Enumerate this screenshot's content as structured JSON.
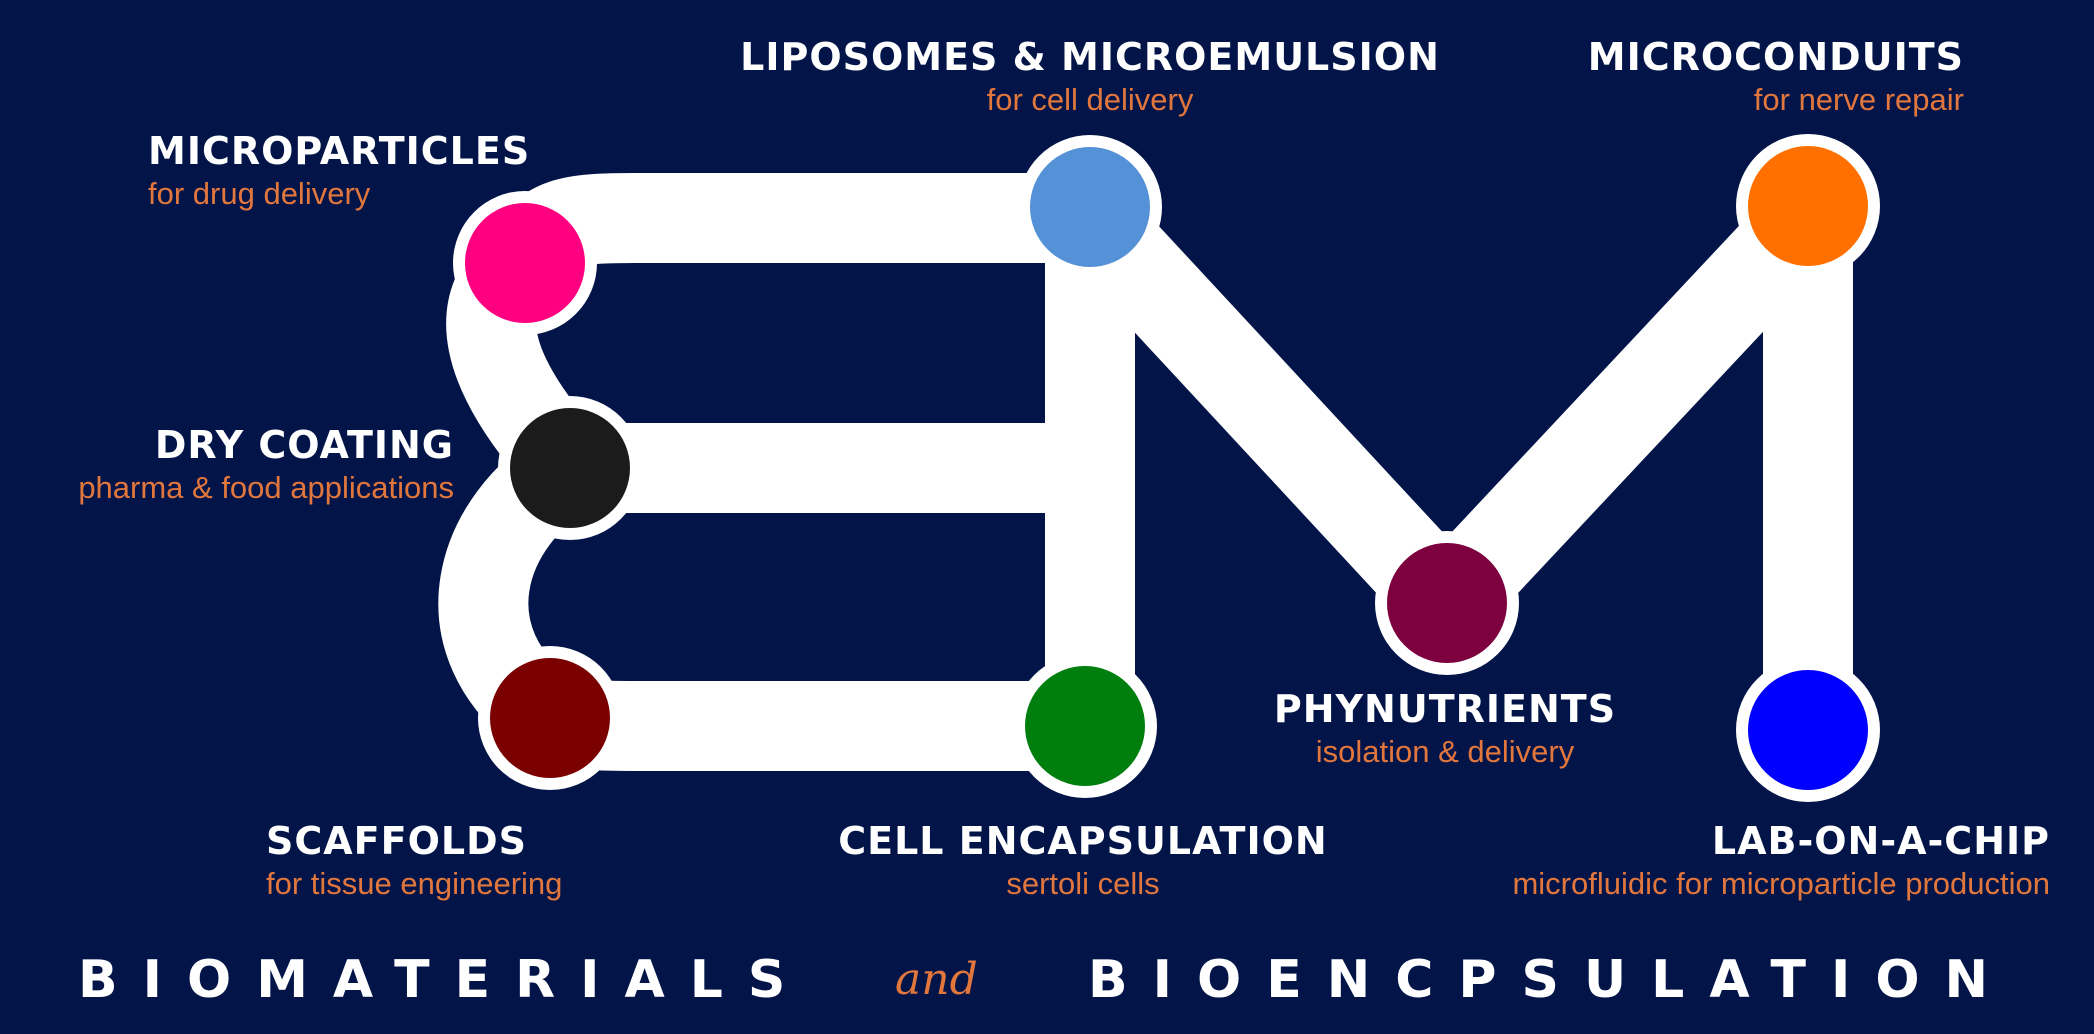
{
  "nodes": [
    {
      "id": "microparticles",
      "title": "MICROPARTICLES",
      "subtitle": "for drug delivery",
      "color": "#ff0080"
    },
    {
      "id": "liposomes",
      "title": "LIPOSOMES & MICROEMULSION",
      "subtitle": "for cell delivery",
      "color": "#5591d6"
    },
    {
      "id": "microconduits",
      "title": "MICROCONDUITS",
      "subtitle": "for nerve repair",
      "color": "#ff7000"
    },
    {
      "id": "dry-coating",
      "title": "DRY COATING",
      "subtitle": "pharma & food applications",
      "color": "#1b1b1b"
    },
    {
      "id": "phynutrients",
      "title": "PHYNUTRIENTS",
      "subtitle": "isolation & delivery",
      "color": "#7d003f"
    },
    {
      "id": "scaffolds",
      "title": "SCAFFOLDS",
      "subtitle": "for tissue engineering",
      "color": "#7b0000"
    },
    {
      "id": "cell-encapsulation",
      "title": "CELL ENCAPSULATION",
      "subtitle": "sertoli cells",
      "color": "#007f0e"
    },
    {
      "id": "lab-on-a-chip",
      "title": "LAB-ON-A-CHIP",
      "subtitle": "microfluidic for microparticle production",
      "color": "#0000ff"
    }
  ],
  "footer": {
    "left": "BIOMATERIALS",
    "conjunction": "and",
    "right": "BIOENCPSULATION"
  },
  "colors": {
    "background": "#031548",
    "track": "#ffffff",
    "title": "#ffffff",
    "subtitle": "#e2773d"
  }
}
